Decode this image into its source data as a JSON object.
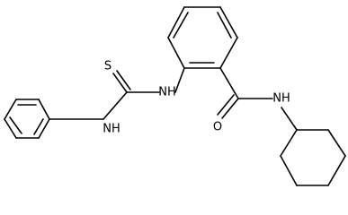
{
  "molecule": {
    "atom_labels": {
      "thione_sulfur": "S",
      "aryl_amine_nh": "NH",
      "phenyl_amine_nh": "NH",
      "carbonyl_oxygen": "O",
      "amide_nh": "NH"
    }
  }
}
